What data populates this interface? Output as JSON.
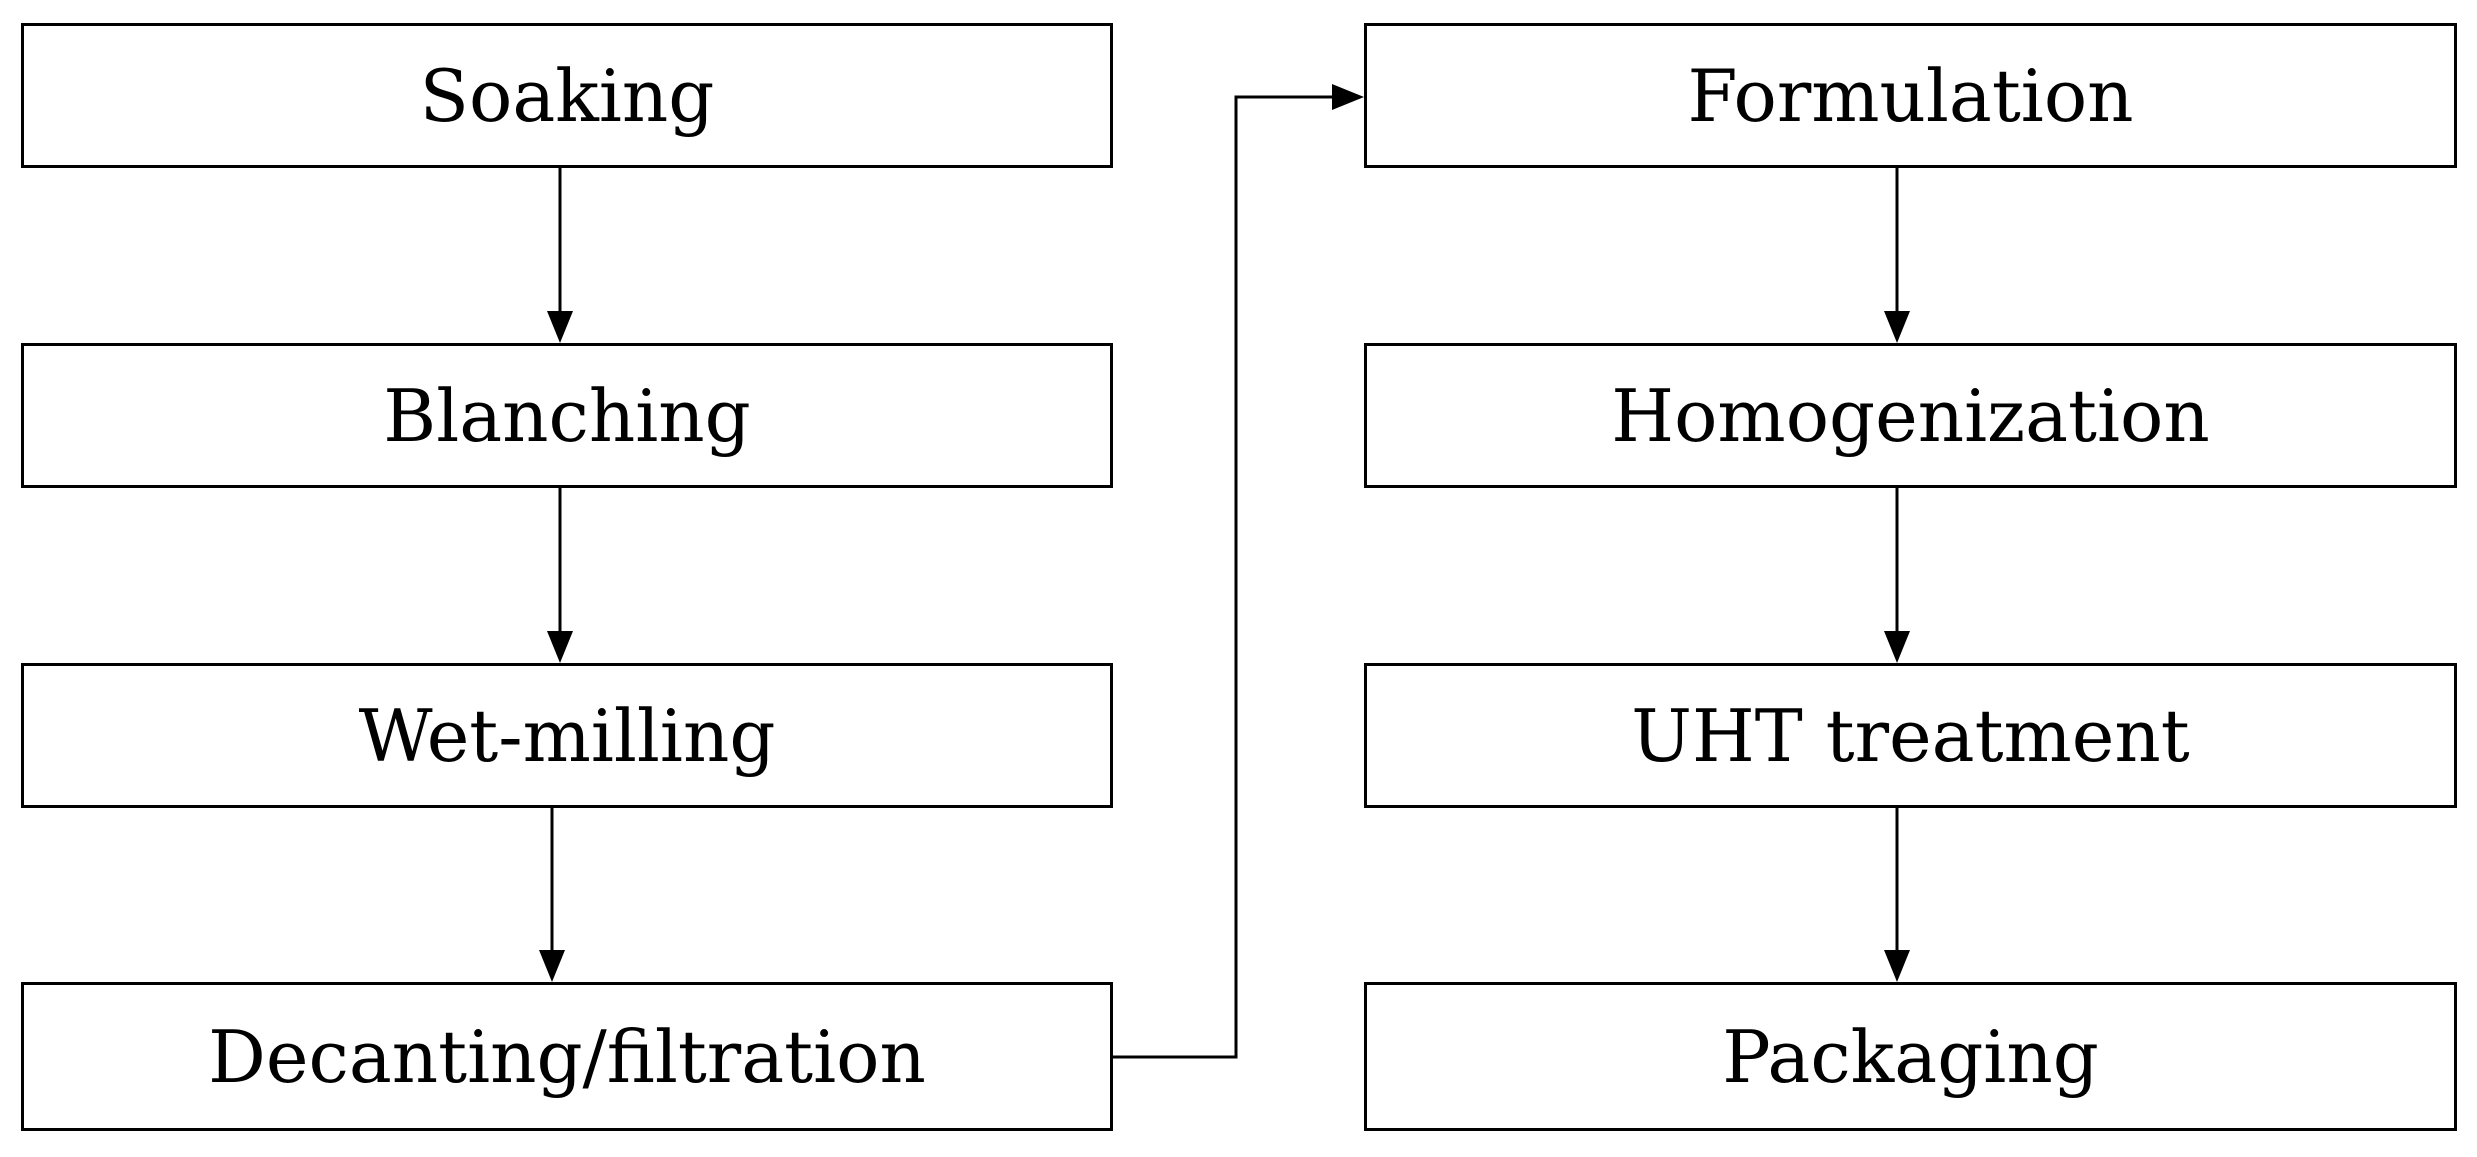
{
  "diagram": {
    "steps_left": [
      {
        "label": "Soaking"
      },
      {
        "label": "Blanching"
      },
      {
        "label": "Wet-milling"
      },
      {
        "label": "Decanting/filtration"
      }
    ],
    "steps_right": [
      {
        "label": "Formulation"
      },
      {
        "label": "Homogenization"
      },
      {
        "label": "UHT treatment"
      },
      {
        "label": "Packaging"
      }
    ],
    "colors": {
      "stroke": "#000000",
      "background": "#ffffff"
    }
  }
}
